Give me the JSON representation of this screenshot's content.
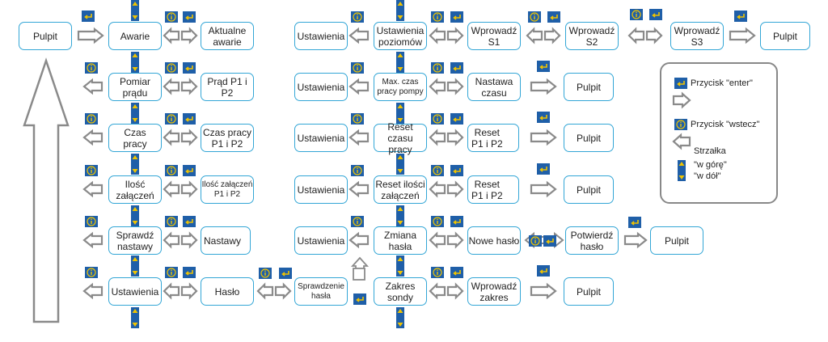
{
  "nodes": [
    {
      "id": "n_pulpit_main",
      "label": "Pulpit"
    },
    {
      "id": "n_awarie",
      "label": "Awarie"
    },
    {
      "id": "n_aktualne",
      "label": "Aktualne\nawarie"
    },
    {
      "id": "n_pomiar",
      "label": "Pomiar\nprądu"
    },
    {
      "id": "n_prad",
      "label": "Prąd P1 i P2"
    },
    {
      "id": "n_czas",
      "label": "Czas\npracy"
    },
    {
      "id": "n_czas_p",
      "label": "Czas pracy\nP1 i P2"
    },
    {
      "id": "n_ilosc",
      "label": "Ilość\nzałączeń"
    },
    {
      "id": "n_ilosc_p",
      "label": "Ilość załączeń\nP1 i P2"
    },
    {
      "id": "n_sprawdz",
      "label": "Sprawdź\nnastawy"
    },
    {
      "id": "n_nastawy",
      "label": "Nastawy"
    },
    {
      "id": "n_ustaw_left",
      "label": "Ustawienia"
    },
    {
      "id": "n_haslo",
      "label": "Hasło"
    },
    {
      "id": "n_sprawdzenie",
      "label": "Sprawdzenie\nhasła"
    },
    {
      "id": "n_u1",
      "label": "Ustawienia"
    },
    {
      "id": "n_ustaw_poz",
      "label": "Ustawienia\npoziomów"
    },
    {
      "id": "n_s1",
      "label": "Wprowadź\nS1"
    },
    {
      "id": "n_s2",
      "label": "Wprowadź\nS2"
    },
    {
      "id": "n_s3",
      "label": "Wprowadź\nS3"
    },
    {
      "id": "n_pulpit_r1",
      "label": "Pulpit"
    },
    {
      "id": "n_u2",
      "label": "Ustawienia"
    },
    {
      "id": "n_maxczas",
      "label": "Max. czas\npracy pompy"
    },
    {
      "id": "n_nastawa",
      "label": "Nastawa\nczasu"
    },
    {
      "id": "n_pulpit_r2",
      "label": "Pulpit"
    },
    {
      "id": "n_u3",
      "label": "Ustawienia"
    },
    {
      "id": "n_reset_czasu",
      "label": "Reset czasu\npracy"
    },
    {
      "id": "n_reset_p1",
      "label": "Reset\nP1 i P2"
    },
    {
      "id": "n_pulpit_r3",
      "label": "Pulpit"
    },
    {
      "id": "n_u4",
      "label": "Ustawienia"
    },
    {
      "id": "n_reset_ilosci",
      "label": "Reset ilości\nzałączeń"
    },
    {
      "id": "n_reset_p2",
      "label": "Reset\nP1 i P2"
    },
    {
      "id": "n_pulpit_r4",
      "label": "Pulpit"
    },
    {
      "id": "n_u5",
      "label": "Ustawienia"
    },
    {
      "id": "n_zmiana",
      "label": "Zmiana\nhasła"
    },
    {
      "id": "n_nowe",
      "label": "Nowe hasło"
    },
    {
      "id": "n_potwierdz",
      "label": "Potwierdź\nhasło"
    },
    {
      "id": "n_pulpit_r5",
      "label": "Pulpit"
    },
    {
      "id": "n_zakres",
      "label": "Zakres\nsondy"
    },
    {
      "id": "n_wprow_zakres",
      "label": "Wprowadź\nzakres"
    },
    {
      "id": "n_pulpit_r6",
      "label": "Pulpit"
    }
  ],
  "legend": {
    "enter": "Przycisk \"enter\"",
    "back": "Przycisk \"wstecz\"",
    "arrow_title": "Strzałka",
    "up": "\"w górę\"",
    "down": "\"w dół\""
  },
  "colors": {
    "node_border": "#33a6d6",
    "arrow_fill": "#ffffff",
    "arrow_stroke": "#8a8a8a",
    "key_blue": "#1f5fa8",
    "key_yellow": "#f0c400"
  }
}
